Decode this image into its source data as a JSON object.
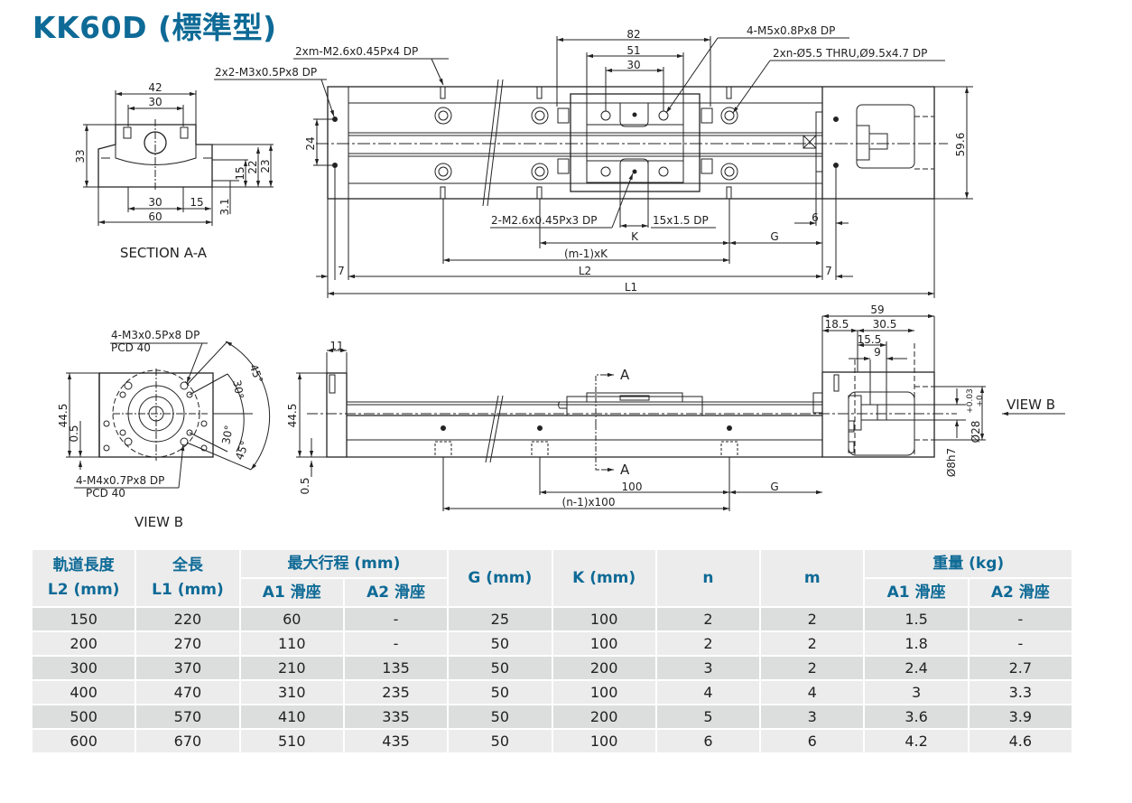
{
  "title": "KK60D (標準型)",
  "colors": {
    "brand_blue": "#0e6a96",
    "row_dark": "#dcdddd",
    "row_light": "#ececec",
    "line": "#222222"
  },
  "section_aa": {
    "caption": "SECTION A-A",
    "dims": {
      "w42": "42",
      "w30_top": "30",
      "h33": "33",
      "h23": "23",
      "h22": "22",
      "h15": "15",
      "h3_1": "3.1",
      "w30_bot": "30",
      "w15": "15",
      "w60": "60"
    }
  },
  "top_view": {
    "callouts": {
      "m3_holes": "2x2-M3x0.5Px8 DP",
      "m2_6_rail": "2xm-M2.6x0.45Px4 DP",
      "m5_block": "4-M5x0.8Px8 DP",
      "thru_holes": "2xn-Ø5.5 THRU,Ø9.5x4.7 DP",
      "m2_6_block": "2-M2.6x0.45Px3 DP",
      "slot": "15x1.5 DP"
    },
    "dims": {
      "d82": "82",
      "d51": "51",
      "d30": "30",
      "d24": "24",
      "d59_6": "59.6",
      "d6": "6",
      "d7_left": "7",
      "d7_right": "7",
      "K": "K",
      "mK": "(m-1)xK",
      "G": "G",
      "L2": "L2",
      "L1": "L1"
    }
  },
  "view_b": {
    "caption": "VIEW B",
    "callout_top": "4-M3x0.5Px8 DP",
    "callout_top_pcd": "PCD 40",
    "callout_bot": "4-M4x0.7Px8 DP",
    "callout_bot_pcd": "PCD 40",
    "dims": {
      "h44_5": "44.5",
      "h0_5": "0.5",
      "a45_top": "45°",
      "a30_top": "30°",
      "a30_bot": "30°",
      "a45_bot": "45°"
    }
  },
  "side_view": {
    "section_mark": "A",
    "dims": {
      "d11": "11",
      "h44_5": "44.5",
      "h0_5": "0.5",
      "d100": "100",
      "n100": "(n-1)x100",
      "G": "G"
    }
  },
  "end_view": {
    "view_label": "VIEW B",
    "dims": {
      "d59": "59",
      "d18_5": "18.5",
      "d30_5": "30.5",
      "d15_5": "15.5",
      "d9": "9",
      "d28": "Ø28",
      "tol_up": "+0.03",
      "tol_lo": "+0",
      "d8h7": "Ø8h7"
    }
  },
  "table": {
    "headers": {
      "rail_length": "軌道長度",
      "rail_length_unit": "L2 (mm)",
      "total_length": "全長",
      "total_length_unit": "L1 (mm)",
      "max_stroke": "最大行程 (mm)",
      "a1": "A1 滑座",
      "a2": "A2 滑座",
      "g": "G (mm)",
      "k": "K (mm)",
      "n": "n",
      "m": "m",
      "weight": "重量 (kg)",
      "w_a1": "A1 滑座",
      "w_a2": "A2 滑座"
    },
    "rows": [
      {
        "l2": "150",
        "l1": "220",
        "s_a1": "60",
        "s_a2": "-",
        "g": "25",
        "k": "100",
        "n": "2",
        "m": "2",
        "w_a1": "1.5",
        "w_a2": "-"
      },
      {
        "l2": "200",
        "l1": "270",
        "s_a1": "110",
        "s_a2": "-",
        "g": "50",
        "k": "100",
        "n": "2",
        "m": "2",
        "w_a1": "1.8",
        "w_a2": "-"
      },
      {
        "l2": "300",
        "l1": "370",
        "s_a1": "210",
        "s_a2": "135",
        "g": "50",
        "k": "200",
        "n": "3",
        "m": "2",
        "w_a1": "2.4",
        "w_a2": "2.7"
      },
      {
        "l2": "400",
        "l1": "470",
        "s_a1": "310",
        "s_a2": "235",
        "g": "50",
        "k": "100",
        "n": "4",
        "m": "4",
        "w_a1": "3",
        "w_a2": "3.3"
      },
      {
        "l2": "500",
        "l1": "570",
        "s_a1": "410",
        "s_a2": "335",
        "g": "50",
        "k": "200",
        "n": "5",
        "m": "3",
        "w_a1": "3.6",
        "w_a2": "3.9"
      },
      {
        "l2": "600",
        "l1": "670",
        "s_a1": "510",
        "s_a2": "435",
        "g": "50",
        "k": "100",
        "n": "6",
        "m": "6",
        "w_a1": "4.2",
        "w_a2": "4.6"
      }
    ]
  }
}
